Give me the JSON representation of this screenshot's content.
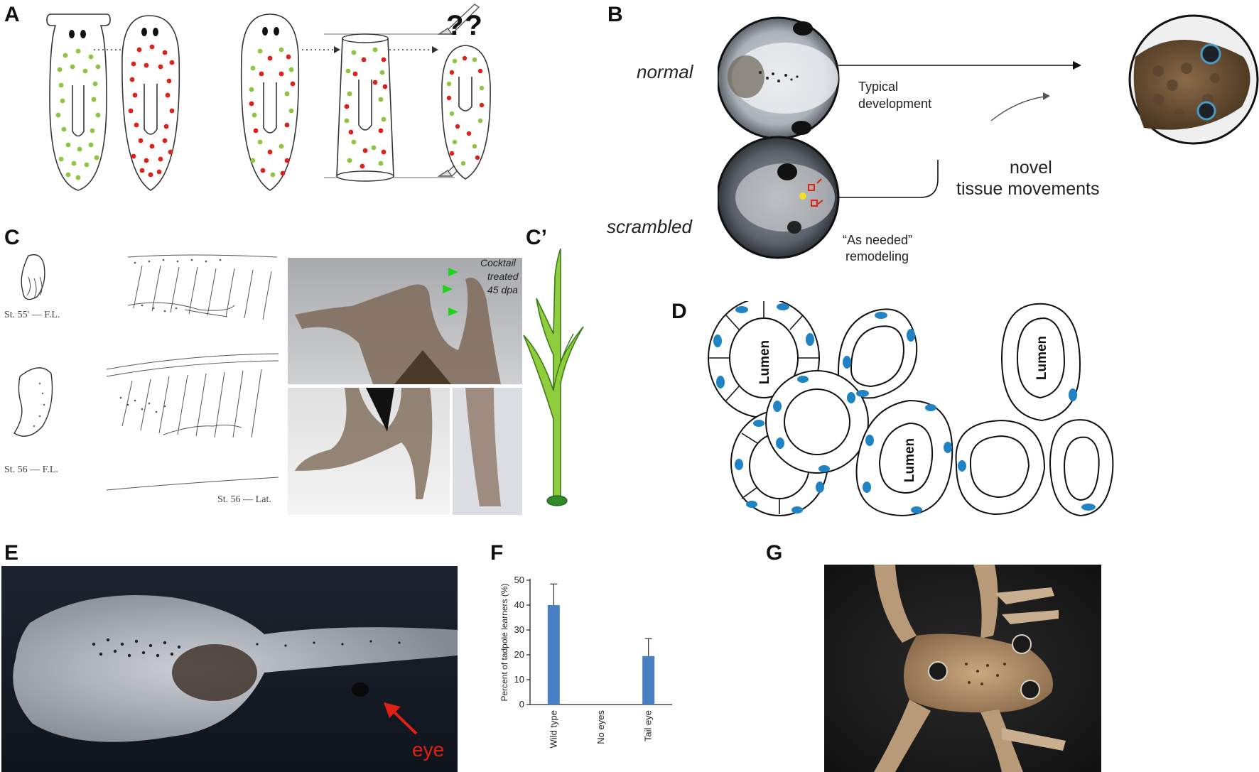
{
  "panels": {
    "a": {
      "label": "A",
      "question": "??"
    },
    "b": {
      "label": "B",
      "normal": "normal",
      "scrambled": "scrambled",
      "typical_line1": "Typical",
      "typical_line2": "development",
      "novel_line1": "novel",
      "novel_line2": "tissue movements",
      "as_needed_line1": "“As needed”",
      "as_needed_line2": "remodeling"
    },
    "c": {
      "label": "C",
      "caption_st55": "St. 55' — F.L.",
      "caption_st56": "St. 56 — F.L.",
      "caption_st56_lat": "St. 56 — Lat.",
      "cocktail_line1": "Cocktail",
      "cocktail_line2": "treated",
      "cocktail_line3": "45 dpa"
    },
    "c_prime": {
      "label": "C’"
    },
    "d": {
      "label": "D",
      "lumen": "Lumen"
    },
    "e": {
      "label": "E",
      "eye": "eye"
    },
    "f": {
      "label": "F"
    },
    "g": {
      "label": "G"
    }
  },
  "colors": {
    "green_dot": "#8cc63f",
    "red_dot": "#e0201b",
    "nucleus_blue": "#1f83c4",
    "bar_blue": "#4a7fc4",
    "branch_green": "#8fcd3c",
    "arrow_red": "#e02010"
  },
  "chart_data": {
    "type": "bar",
    "categories": [
      "Wild type",
      "No eyes",
      "Tail eye"
    ],
    "values": [
      40,
      0,
      19.5
    ],
    "errors": [
      8.5,
      0,
      7
    ],
    "ylabel": "Percent of tadpole learners (%)",
    "ylim": [
      0,
      50
    ],
    "yticks": [
      0,
      10,
      20,
      30,
      40,
      50
    ],
    "grid": false
  }
}
